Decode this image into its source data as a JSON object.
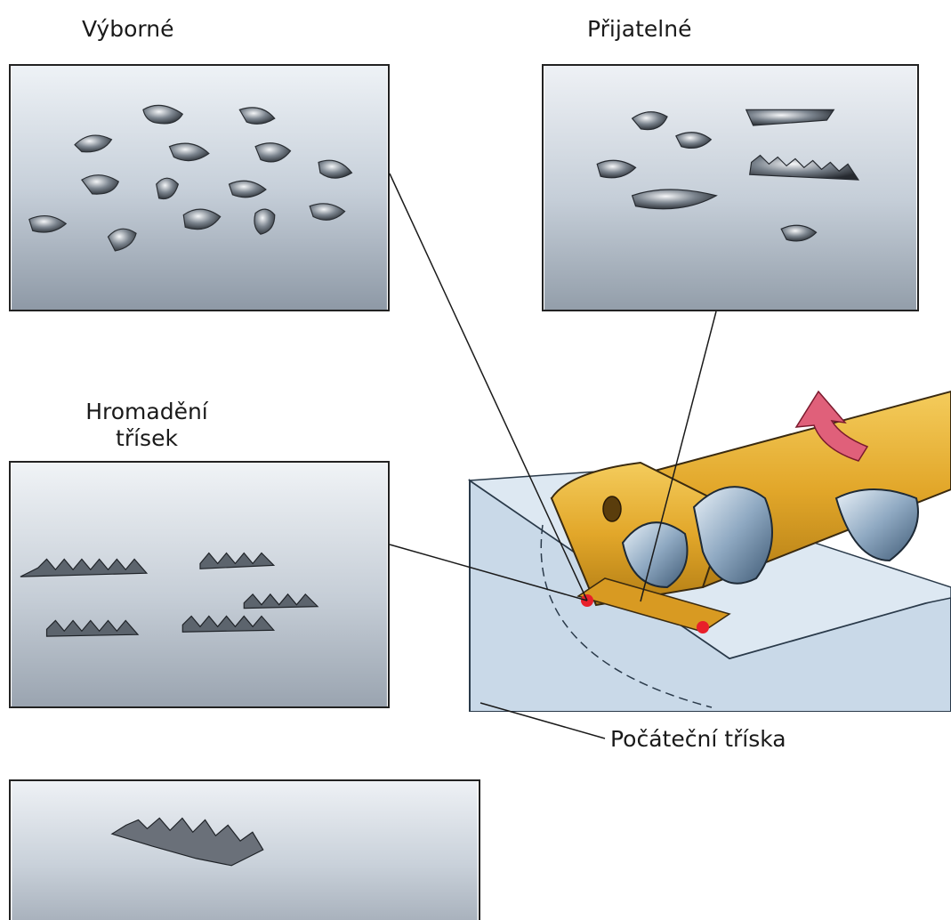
{
  "labels": {
    "excellent": "Výborné",
    "acceptable": "Přijatelné",
    "chip_accumulation_line1": "Hromadění",
    "chip_accumulation_line2": "třísek",
    "initial_chip": "Počáteční tříska"
  },
  "photos": [
    {
      "id": "excellent",
      "subject": "short curled chips (good chip formation)"
    },
    {
      "id": "acceptable",
      "subject": "mixed curled and short spiral chips"
    },
    {
      "id": "accumulation",
      "subject": "long spiral chips (chip accumulation)"
    },
    {
      "id": "initial",
      "subject": "single long serrated chip"
    }
  ],
  "colors": {
    "drill_gold": "#e2a72a",
    "drill_shadow": "#b37d14",
    "workpiece_blue": "#c9d9e8",
    "chip_steel": "#8fa9c2",
    "arrow_pink": "#e0607a",
    "contact_red": "#e8202a"
  },
  "icons": [
    "rotation-arrow-icon"
  ]
}
